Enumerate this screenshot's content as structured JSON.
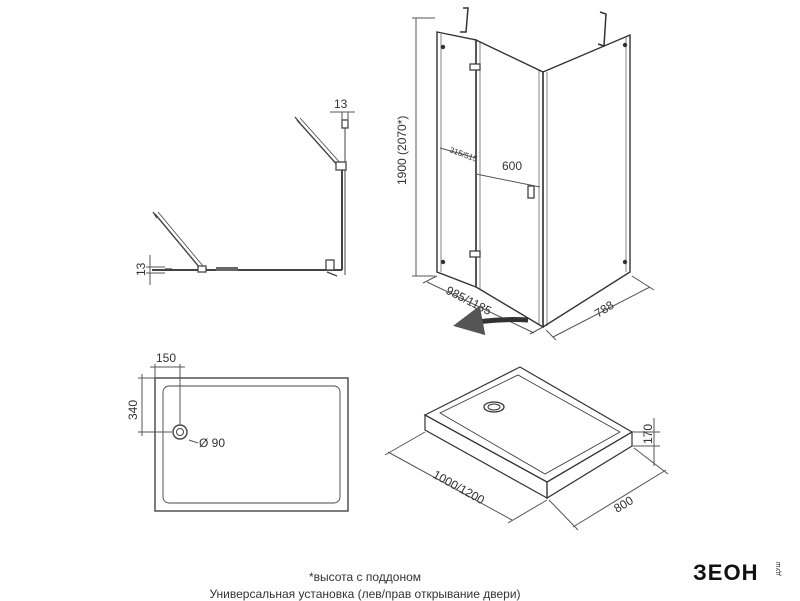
{
  "dimensions": {
    "top_view_13_top": "13",
    "top_view_13_left": "13",
    "height": "1900 (2070*)",
    "door_range": "315/515",
    "door_width": "600",
    "front_width": "985/1185",
    "side_depth": "788",
    "tray_drain_x": "150",
    "tray_drain_y": "340",
    "drain_diameter": "Ø 90",
    "tray_height": "170",
    "tray_length": "1000/1200",
    "tray_width": "800"
  },
  "notes": {
    "height_note": "*высота с поддоном",
    "installation_note": "Универсальная установка (лев/прав открывание двери)"
  },
  "brand": {
    "name": "ЗЕОН",
    "tagline": "ДУШ"
  }
}
